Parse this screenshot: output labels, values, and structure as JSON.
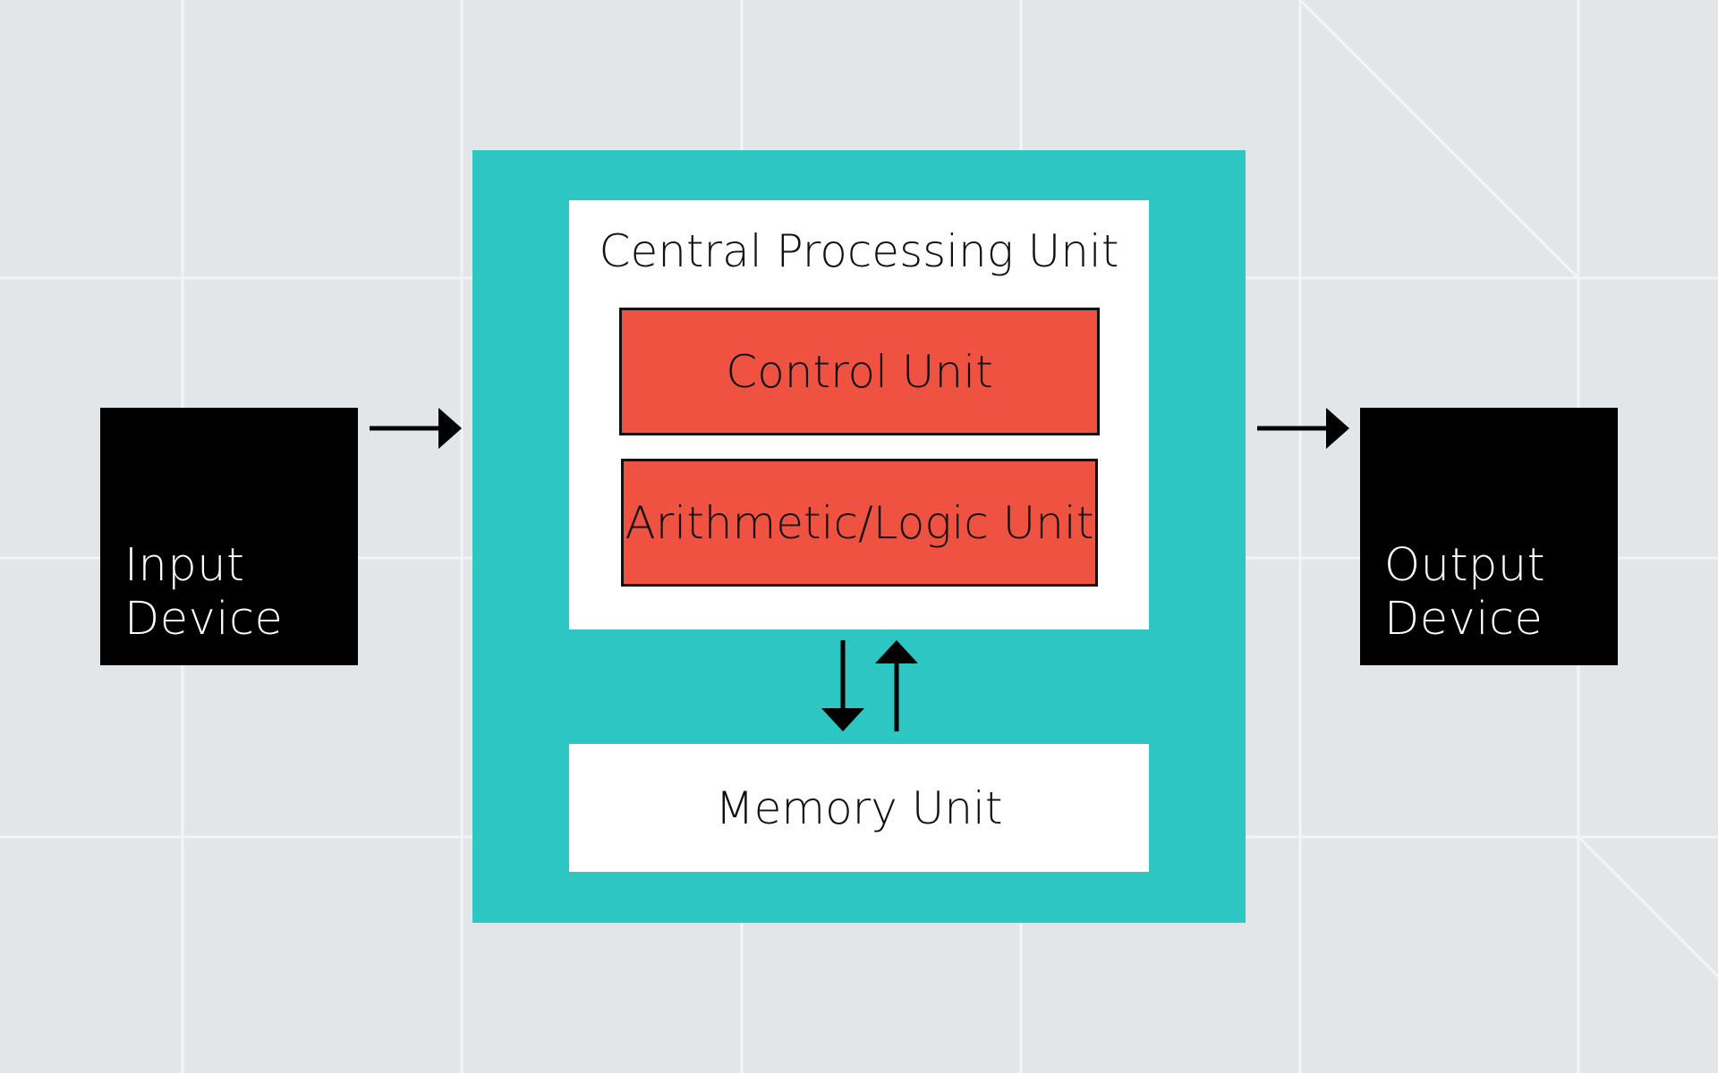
{
  "diagram": {
    "input_device": {
      "line1": "Input",
      "line2": "Device"
    },
    "output_device": {
      "line1": "Output",
      "line2": "Device"
    },
    "cpu": {
      "title": "Central Processing Unit",
      "control_unit": "Control Unit",
      "alu": "Arithmetic/Logic Unit"
    },
    "memory_unit": "Memory Unit"
  },
  "colors": {
    "background": "#e2e6e9",
    "grid_lines": "#f2f4f5",
    "system_box": "#2ec6c2",
    "cpu_box": "#ffffff",
    "unit_fill": "#f05242",
    "device_box": "#000000",
    "arrow": "#000000"
  }
}
